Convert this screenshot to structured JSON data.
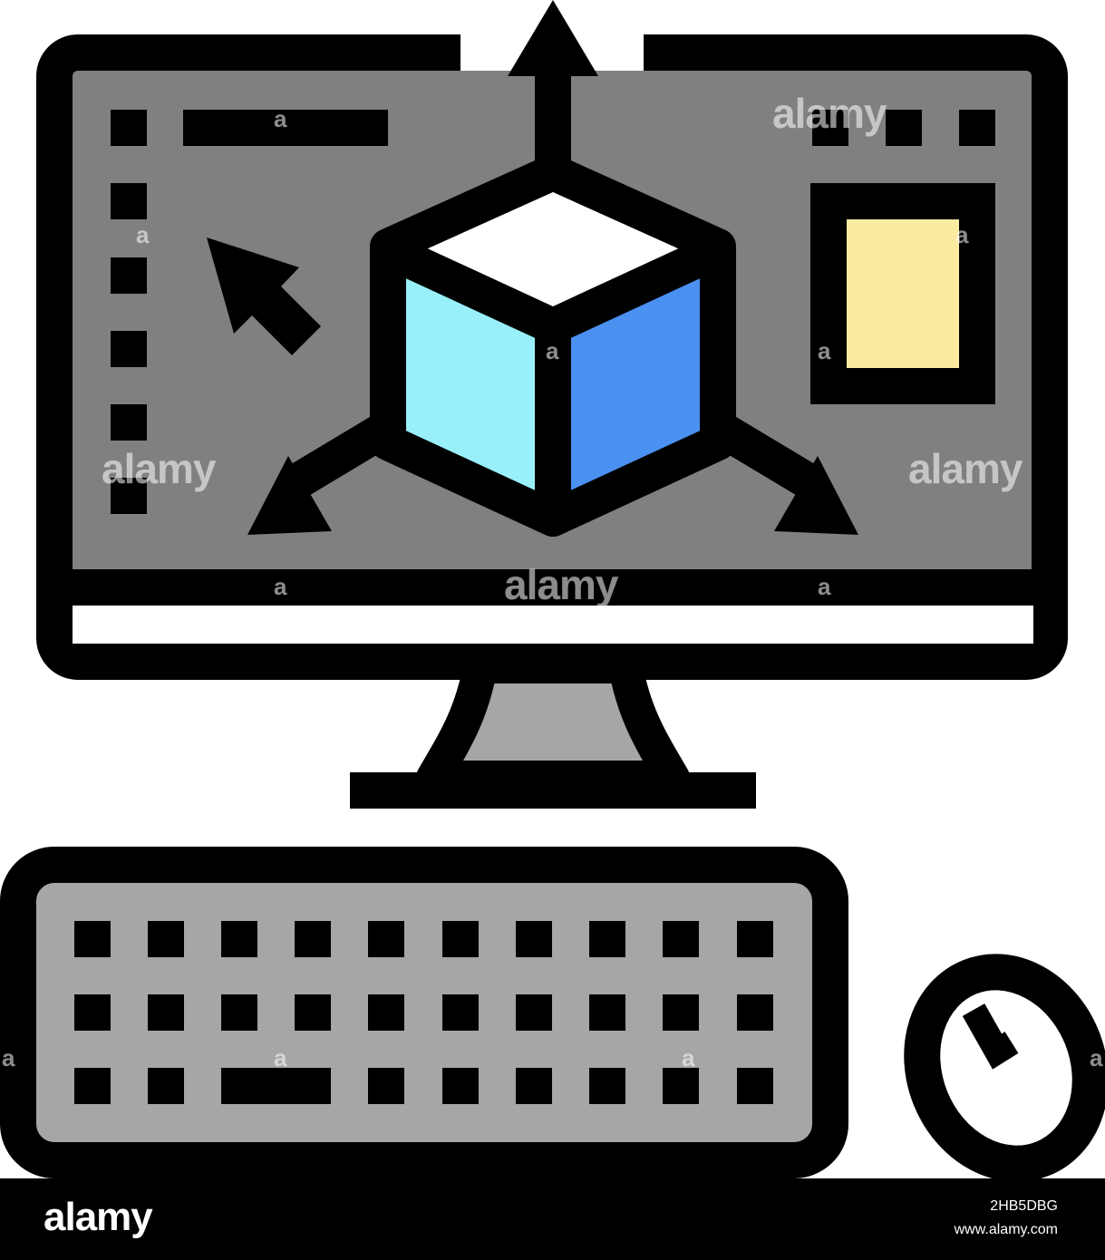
{
  "illustration": {
    "subject": "computer-3d-modeling-icon",
    "colors": {
      "outline": "#000000",
      "screen": "#808080",
      "stand": "#a6a6a6",
      "keyboard": "#a6a6a6",
      "cube_top": "#ffffff",
      "cube_left": "#99f0fb",
      "cube_right": "#4a91f2",
      "panel": "#faeba0",
      "background": "#ffffff"
    }
  },
  "watermark": {
    "text": "alamy",
    "letter": "a"
  },
  "footer": {
    "brand": "alamy",
    "image_id": "2HB5DBG",
    "site": "www.alamy.com"
  }
}
